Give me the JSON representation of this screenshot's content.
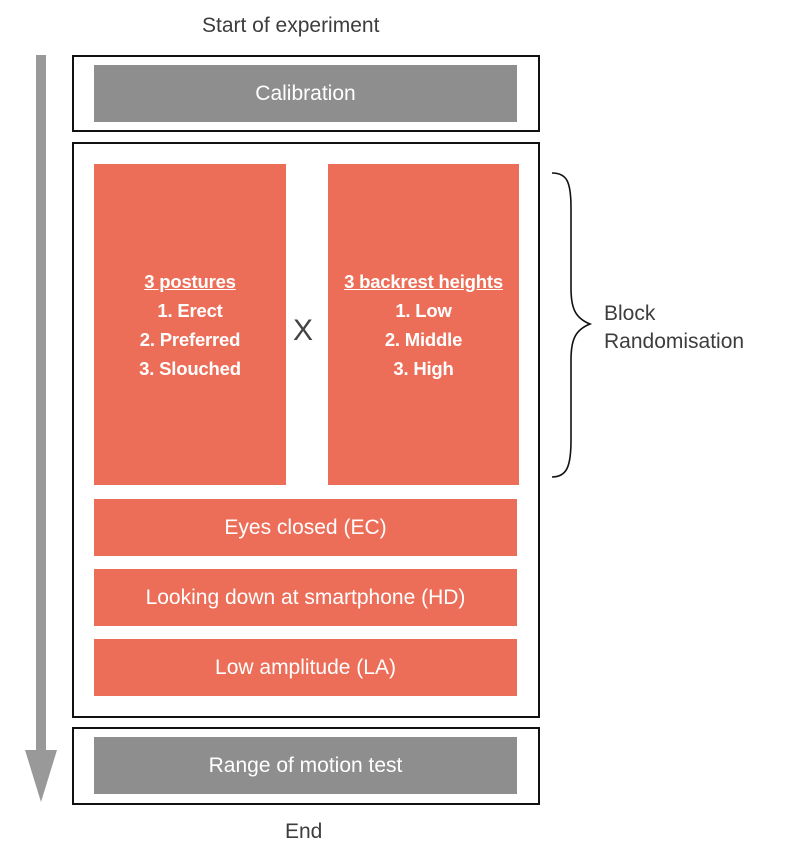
{
  "top_label": "Start of experiment",
  "bottom_label": "End",
  "calibration": "Calibration",
  "postures": {
    "title": "3 postures",
    "items": [
      "1. Erect",
      "2. Preferred",
      "3. Slouched"
    ]
  },
  "operator": "X",
  "backrest": {
    "title": "3 backrest heights",
    "items": [
      "1. Low",
      "2. Middle",
      "3. High"
    ]
  },
  "block_label_line1": "Block",
  "block_label_line2": "Randomisation",
  "tasks": [
    "Eyes closed (EC)",
    "Looking down at smartphone (HD)",
    "Low amplitude (LA)"
  ],
  "final_test": "Range of motion test",
  "colors": {
    "task_fill": "#ec6e59",
    "stage_fill": "#8e8e8e",
    "arrow": "#999999",
    "frame": "#111111"
  }
}
